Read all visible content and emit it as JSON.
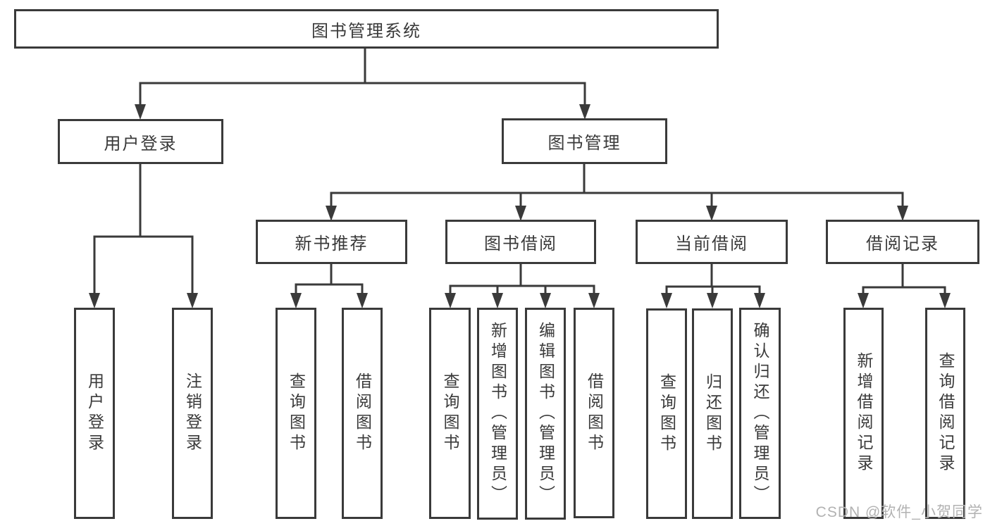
{
  "diagram": {
    "type": "hierarchy",
    "root": {
      "label": "图书管理系统",
      "children": [
        {
          "label": "用户登录",
          "children": [
            {
              "label": "用户登录"
            },
            {
              "label": "注销登录"
            }
          ]
        },
        {
          "label": "图书管理",
          "children": [
            {
              "label": "新书推荐",
              "children": [
                {
                  "label": "查询图书"
                },
                {
                  "label": "借阅图书"
                }
              ]
            },
            {
              "label": "图书借阅",
              "children": [
                {
                  "label": "查询图书"
                },
                {
                  "label": "新增图书（管理员）"
                },
                {
                  "label": "编辑图书（管理员）"
                },
                {
                  "label": "借阅图书"
                }
              ]
            },
            {
              "label": "当前借阅",
              "children": [
                {
                  "label": "查询图书"
                },
                {
                  "label": "归还图书"
                },
                {
                  "label": "确认归还（管理员）"
                }
              ]
            },
            {
              "label": "借阅记录",
              "children": [
                {
                  "label": "新增借阅记录"
                },
                {
                  "label": "查询借阅记录"
                }
              ]
            }
          ]
        }
      ]
    }
  },
  "watermark": "CSDN @软件_小贺同学",
  "colors": {
    "line": "#3a3a3a",
    "text": "#3a3a3a",
    "watermark": "#b2b2b2",
    "background": "#ffffff"
  }
}
